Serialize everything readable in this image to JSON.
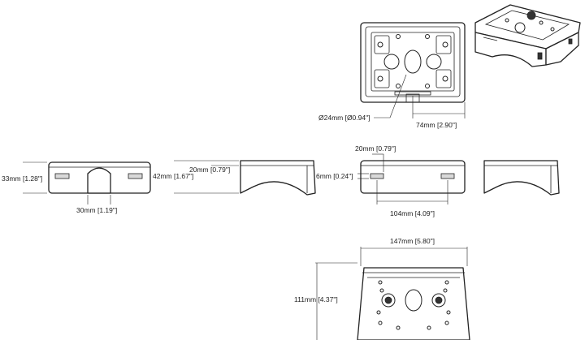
{
  "dimensions": {
    "hole_diameter": "Ø24mm [Ø0.94\"]",
    "top_width": "74mm [2.90\"]",
    "height_33": "33mm [1.28\"]",
    "slot_30": "30mm [1.19\"]",
    "height_42": "42mm [1.67\"]",
    "step_20_a": "20mm [0.79\"]",
    "step_20_b": "20mm [0.79\"]",
    "height_6": "6mm [0.24\"]",
    "span_104": "104mm [4.09\"]",
    "width_147": "147mm [5.80\"]",
    "depth_111": "111mm [4.37\"]"
  }
}
